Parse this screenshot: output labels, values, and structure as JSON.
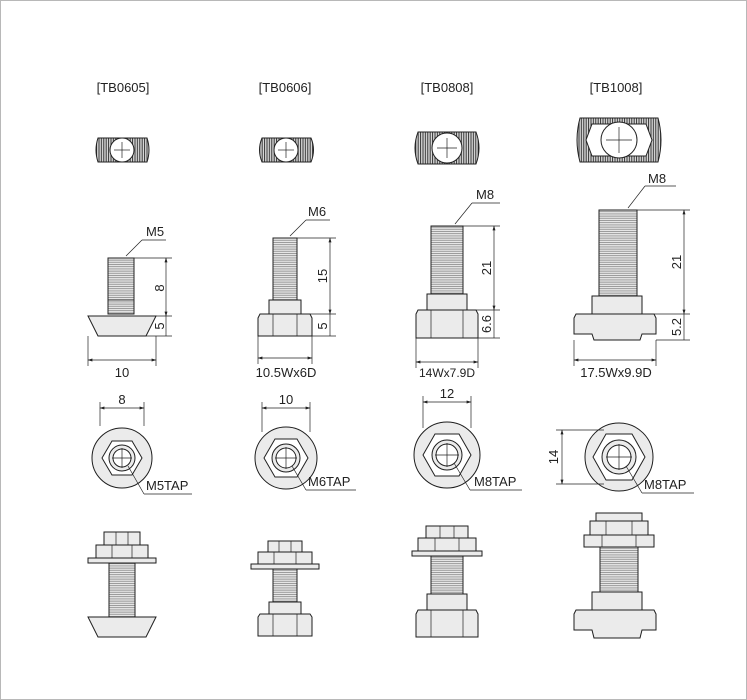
{
  "models": [
    {
      "code": "[TB0605]",
      "thread": "M5",
      "thread_length": "8",
      "head_height": "5",
      "head_width": "10",
      "hex_size": "8",
      "tap": "M5TAP"
    },
    {
      "code": "[TB0606]",
      "thread": "M6",
      "thread_length": "15",
      "head_height": "5",
      "head_width": "10.5Wx6D",
      "hex_size": "10",
      "tap": "M6TAP"
    },
    {
      "code": "[TB0808]",
      "thread": "M8",
      "thread_length": "21",
      "head_height": "6.6",
      "head_width": "14Wx7.9D",
      "hex_size": "12",
      "tap": "M8TAP"
    },
    {
      "code": "[TB1008]",
      "thread": "M8",
      "thread_length": "21",
      "head_height": "5.2",
      "head_width": "17.5Wx9.9D",
      "hex_size": "14",
      "tap": "M8TAP"
    }
  ]
}
